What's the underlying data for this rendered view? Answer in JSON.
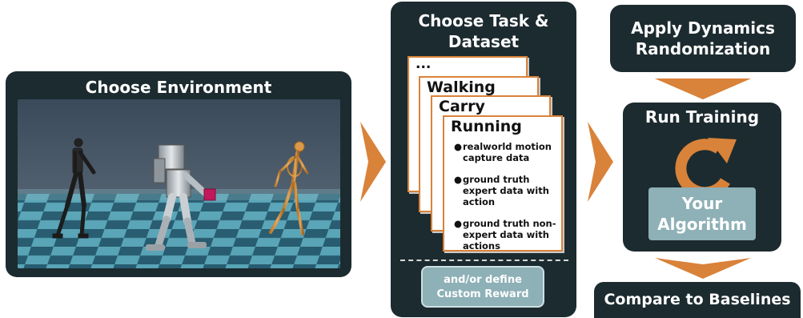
{
  "env_panel": {
    "title": "Choose Environment"
  },
  "task_panel": {
    "title_line1": "Choose Task &",
    "title_line2": "Dataset",
    "cards": [
      "...",
      "Walking",
      "Carry",
      "Running"
    ],
    "running_bullets": [
      "realworld motion capture data",
      "ground truth expert data with action",
      "ground truth non-expert data with actions"
    ],
    "custom_reward_line1": "and/or define",
    "custom_reward_line2": "Custom Reward"
  },
  "dynamics_panel": {
    "line1": "Apply Dynamics",
    "line2": "Randomization"
  },
  "training_panel": {
    "title": "Run Training",
    "algo_line1": "Your",
    "algo_line2": "Algorithm"
  },
  "baselines_panel": {
    "title": "Compare to Baselines"
  },
  "colors": {
    "panel": "#1c2b2f",
    "accent_orange": "#d9823a",
    "algo_box": "#8eb0b7",
    "floor_cyan": "#4fa5b5"
  },
  "icons": {
    "flow_arrow": "orange-chevron-arrow",
    "cycle": "refresh-cycle-icon",
    "bullet": "bullet-dot"
  }
}
